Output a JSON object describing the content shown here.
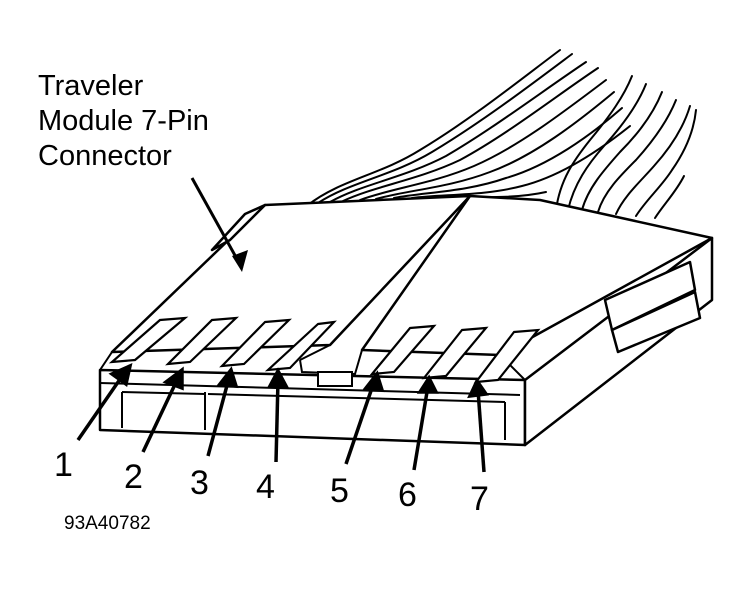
{
  "diagram": {
    "title_lines": [
      "Traveler",
      "Module 7-Pin",
      "Connector"
    ],
    "pins": [
      {
        "label": "1"
      },
      {
        "label": "2"
      },
      {
        "label": "3"
      },
      {
        "label": "4"
      },
      {
        "label": "5"
      },
      {
        "label": "6"
      },
      {
        "label": "7"
      }
    ],
    "reference_code": "93A40782",
    "colors": {
      "ink": "#000000",
      "paper": "#ffffff"
    }
  }
}
